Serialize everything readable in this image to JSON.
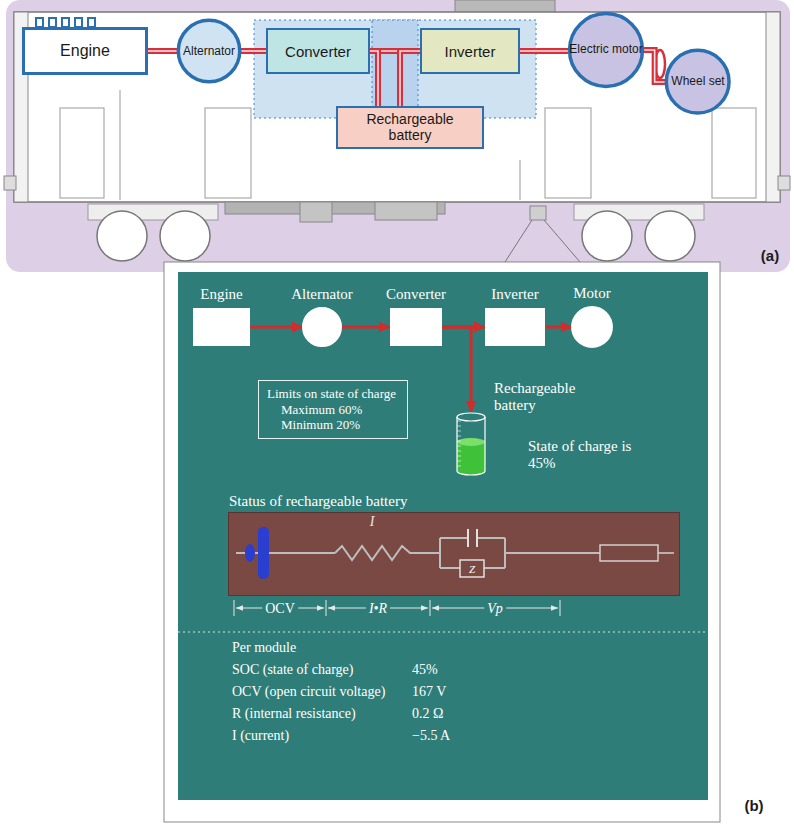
{
  "diagram": {
    "nodes": [
      {
        "text": [
          "Engine"
        ]
      },
      {
        "text": [
          "Alternator"
        ]
      },
      {
        "text": [
          "Converter"
        ]
      },
      {
        "text": [
          "Inverter"
        ]
      },
      {
        "text": [
          "Rechargeable battery"
        ]
      },
      {
        "text": [
          "Electric motor"
        ]
      },
      {
        "text": [
          "Wheel set"
        ]
      },
      {
        "text": [
          "Engine"
        ]
      },
      {
        "text": [
          "Alternator"
        ]
      },
      {
        "text": [
          "Converter"
        ]
      },
      {
        "text": [
          "Inverter"
        ]
      },
      {
        "text": [
          "Motor"
        ]
      },
      {
        "text": [
          "Rechargeable battery",
          "State of charge is 45%"
        ]
      },
      {
        "text": [
          "Limits on state of charge",
          "Maximum 60%",
          "Minimum 20%"
        ]
      },
      {
        "text": [
          "Status of rechargeable battery"
        ]
      }
    ],
    "edges": [
      {
        "from": 0,
        "to": 1,
        "arrow": "none"
      },
      {
        "from": 1,
        "to": 2,
        "arrow": "none"
      },
      {
        "from": 2,
        "to": 3,
        "arrow": "none"
      },
      {
        "from": 4,
        "to": 2,
        "arrow": "none"
      },
      {
        "from": 4,
        "to": 3,
        "arrow": "none"
      },
      {
        "from": 3,
        "to": 5,
        "arrow": "none"
      },
      {
        "from": 5,
        "to": 6,
        "arrow": "none"
      },
      {
        "from": 7,
        "to": 8,
        "arrow": "to"
      },
      {
        "from": 8,
        "to": 9,
        "arrow": "to"
      },
      {
        "from": 9,
        "to": 10,
        "arrow": "to"
      },
      {
        "from": 9,
        "to": 12,
        "arrow": "to"
      },
      {
        "from": 10,
        "to": 11,
        "arrow": "to"
      }
    ],
    "labels": [
      "(a)",
      "I",
      "Z",
      "OCV",
      "I•R",
      "Vp",
      "Per module",
      "SOC (state of charge)",
      "45%",
      "OCV (open circuit voltage)",
      "167 V",
      "R (internal resistance)",
      "0.2 Ω",
      "I (current)",
      "−5.5 A",
      "(b)"
    ]
  }
}
